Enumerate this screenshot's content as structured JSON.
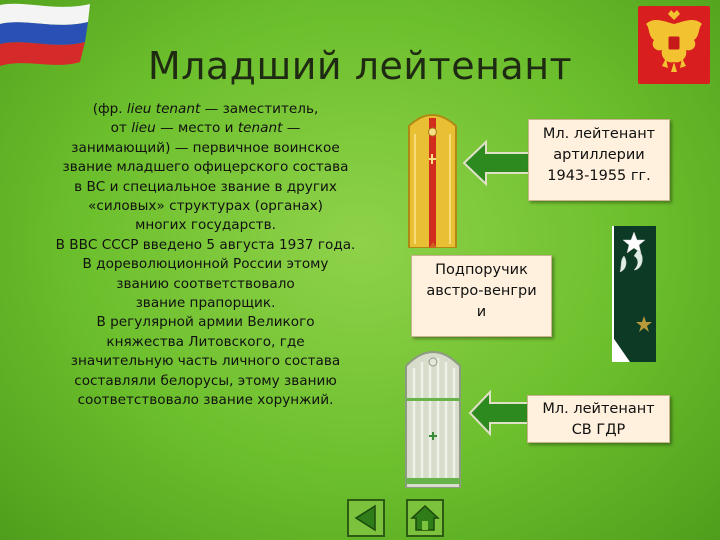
{
  "slide": {
    "title": "Младший лейтенант",
    "body": {
      "l1_a": "(фр. ",
      "l1_b": "lieu tenant",
      "l1_c": "  — заместитель,",
      "l2_a": "от ",
      "l2_b": "lieu",
      "l2_c": "  — место и ",
      "l2_d": "tenant",
      "l2_e": "  —",
      "l3": "занимающий)  — первичное воинское",
      "l4": "звание  младшего офицерского состава",
      "l5": "в ВС   и специальное звание в других",
      "l6": "«силовых» структурах (органах)",
      "l7": "многих государств.",
      "l8": "В ВВС СССР введено 5 августа 1937 года.",
      "l9": "В дореволюционной России этому",
      "l10": "званию соответствовало",
      "l11": "звание  прапорщик.",
      "l12": "В регулярной армии Великого",
      "l13": "княжества Литовского, где",
      "l14": "значительную часть личного состава",
      "l15": "составляли белорусы, этому званию",
      "l16": "соответствовало звание  хорунжий."
    },
    "captions": {
      "artillery_1": "Мл. лейтенант",
      "artillery_2": "артиллерии",
      "artillery_3": "1943-1955 гг.",
      "austria_1": "Подпоручик",
      "austria_2": "австро-венгри",
      "austria_3": "и",
      "gdr_1": "Мл. лейтенант",
      "gdr_2": "СВ ГДР"
    },
    "colors": {
      "background": "#6cbf2c",
      "caption_bg": "#fff1dd",
      "arrow": "#2d8a1e"
    },
    "icons": [
      "russian-flag-icon",
      "coat-of-arms-icon",
      "back-arrow-icon",
      "home-icon"
    ]
  }
}
